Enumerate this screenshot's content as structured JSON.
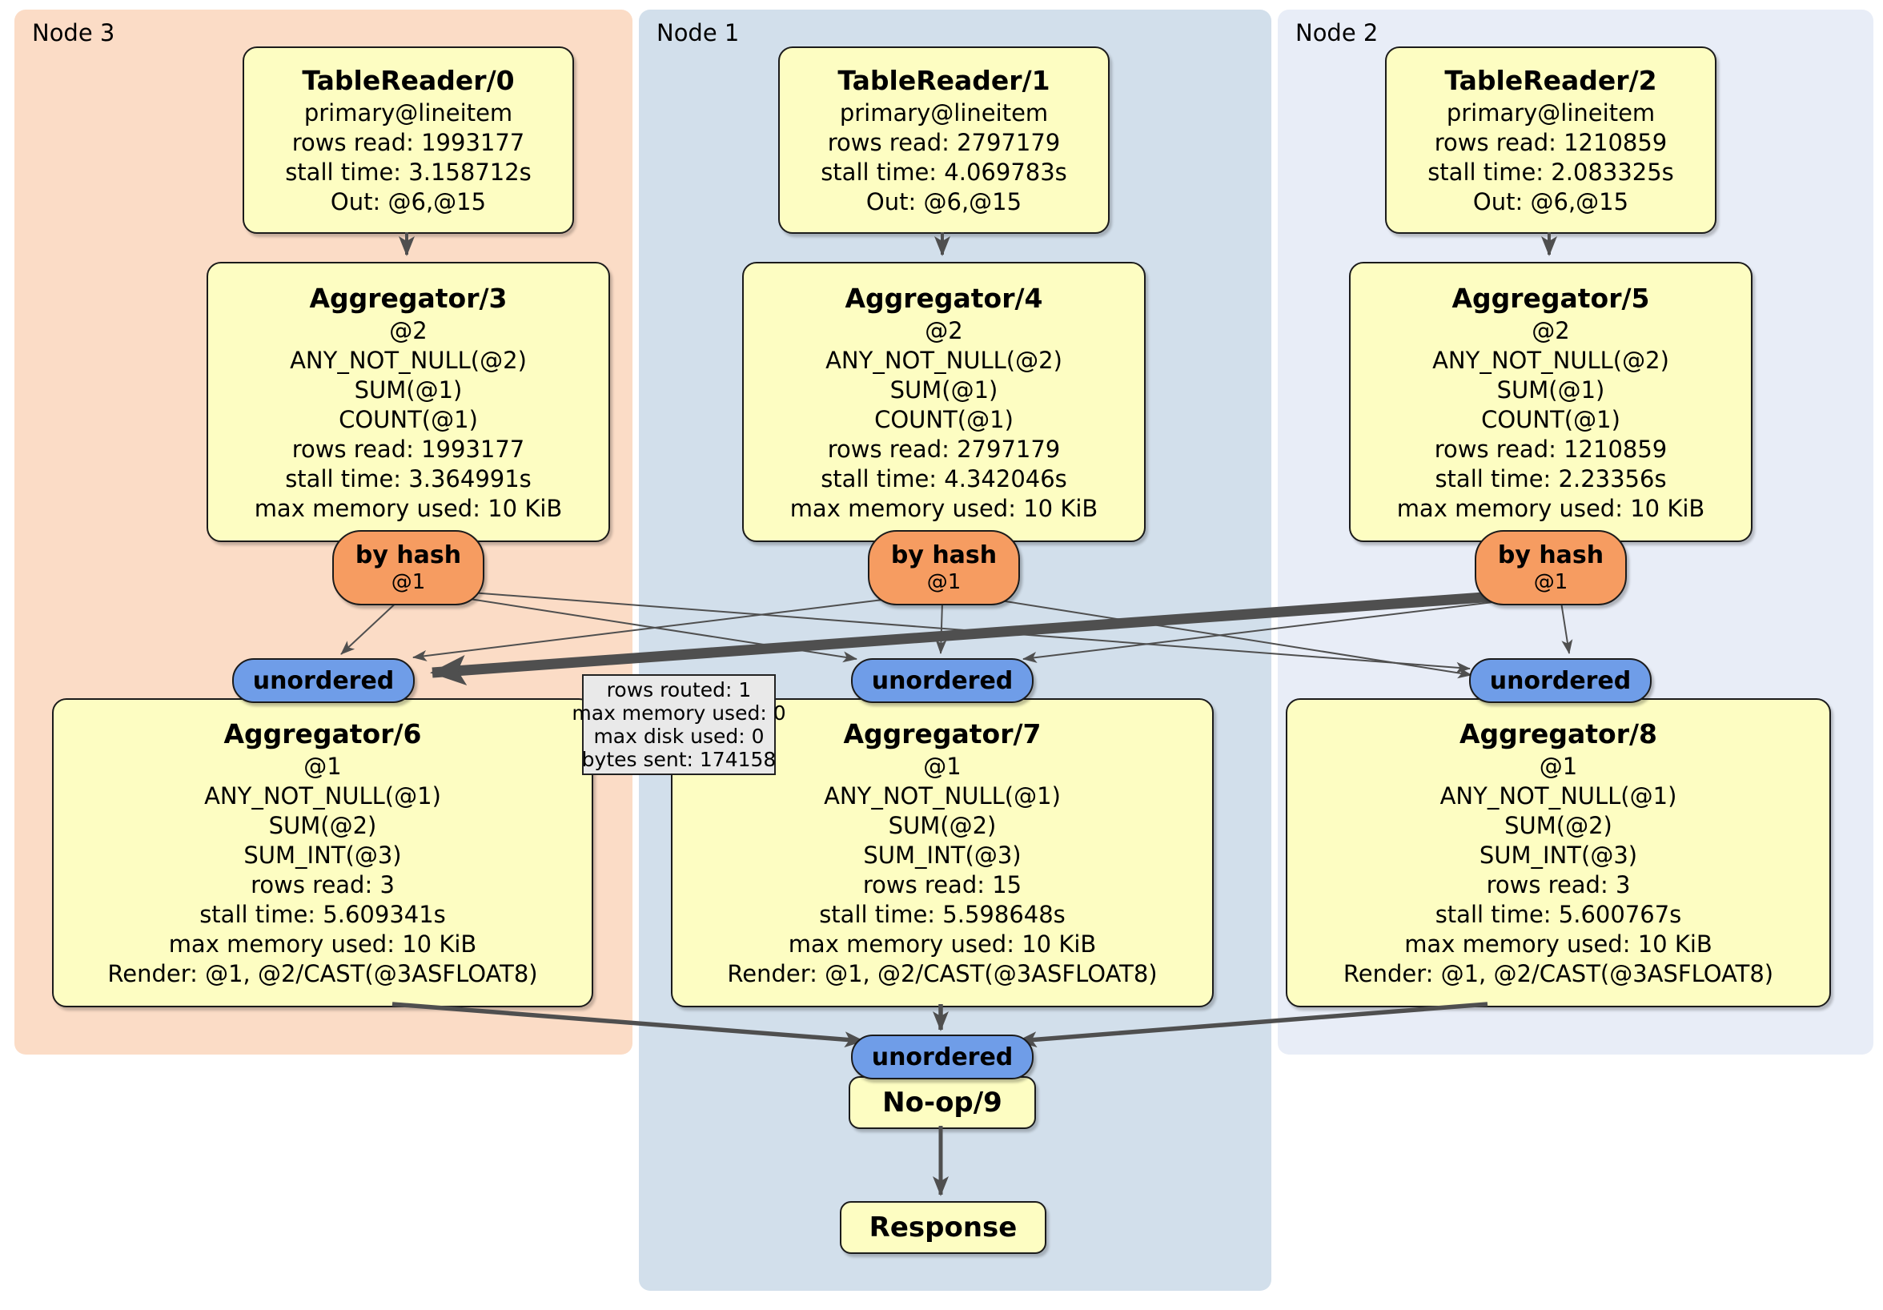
{
  "panels": {
    "node3": {
      "label": "Node 3"
    },
    "node1": {
      "label": "Node 1"
    },
    "node2": {
      "label": "Node 2"
    }
  },
  "nodes": {
    "tr0": {
      "title": "TableReader/0",
      "lines": [
        "primary@lineitem",
        "rows read: 1993177",
        "stall time: 3.158712s",
        "Out: @6,@15"
      ]
    },
    "tr1": {
      "title": "TableReader/1",
      "lines": [
        "primary@lineitem",
        "rows read: 2797179",
        "stall time: 4.069783s",
        "Out: @6,@15"
      ]
    },
    "tr2": {
      "title": "TableReader/2",
      "lines": [
        "primary@lineitem",
        "rows read: 1210859",
        "stall time: 2.083325s",
        "Out: @6,@15"
      ]
    },
    "agg3": {
      "title": "Aggregator/3",
      "lines": [
        "@2",
        "ANY_NOT_NULL(@2)",
        "SUM(@1)",
        "COUNT(@1)",
        "rows read: 1993177",
        "stall time: 3.364991s",
        "max memory used: 10 KiB"
      ]
    },
    "agg4": {
      "title": "Aggregator/4",
      "lines": [
        "@2",
        "ANY_NOT_NULL(@2)",
        "SUM(@1)",
        "COUNT(@1)",
        "rows read: 2797179",
        "stall time: 4.342046s",
        "max memory used: 10 KiB"
      ]
    },
    "agg5": {
      "title": "Aggregator/5",
      "lines": [
        "@2",
        "ANY_NOT_NULL(@2)",
        "SUM(@1)",
        "COUNT(@1)",
        "rows read: 1210859",
        "stall time: 2.23356s",
        "max memory used: 10 KiB"
      ]
    },
    "agg6": {
      "title": "Aggregator/6",
      "lines": [
        "@1",
        "ANY_NOT_NULL(@1)",
        "SUM(@2)",
        "SUM_INT(@3)",
        "rows read: 3",
        "stall time: 5.609341s",
        "max memory used: 10 KiB",
        "Render: @1, @2/CAST(@3ASFLOAT8)"
      ]
    },
    "agg7": {
      "title": "Aggregator/7",
      "lines": [
        "@1",
        "ANY_NOT_NULL(@1)",
        "SUM(@2)",
        "SUM_INT(@3)",
        "rows read: 15",
        "stall time: 5.598648s",
        "max memory used: 10 KiB",
        "Render: @1, @2/CAST(@3ASFLOAT8)"
      ]
    },
    "agg8": {
      "title": "Aggregator/8",
      "lines": [
        "@1",
        "ANY_NOT_NULL(@1)",
        "SUM(@2)",
        "SUM_INT(@3)",
        "rows read: 3",
        "stall time: 5.600767s",
        "max memory used: 10 KiB",
        "Render: @1, @2/CAST(@3ASFLOAT8)"
      ]
    },
    "noop": {
      "title": "No-op/9"
    },
    "response": {
      "title": "Response"
    }
  },
  "router": {
    "label": "by hash",
    "key": "@1"
  },
  "stream": {
    "label": "unordered"
  },
  "tooltip": {
    "lines": [
      "rows routed: 1",
      "max memory used: 0",
      "max disk used: 0",
      "bytes sent: 174158"
    ]
  },
  "colors": {
    "node3bg": "#fbdcc6",
    "node1bg": "#d2dfeb",
    "node2bg": "#e8edf7",
    "boxfill": "#fdfdc2",
    "orange": "#f69c61",
    "blue": "#6f9de8",
    "tooltipbg": "#e9e9e9",
    "edge": "#4f4f4f"
  }
}
